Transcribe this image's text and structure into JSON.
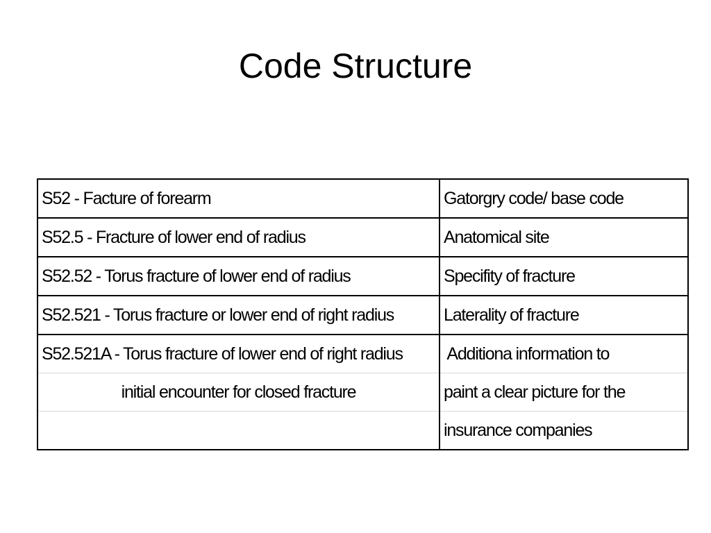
{
  "title": "Code Structure",
  "table": {
    "rows": [
      {
        "code": "S52 - Facture of forearm",
        "meaning": "Gatorgry code/ base code"
      },
      {
        "code": "S52.5 - Fracture of lower end of radius",
        "meaning": "Anatomical site"
      },
      {
        "code": "S52.52 - Torus fracture of lower end of radius",
        "meaning": "Specifity of fracture"
      },
      {
        "code": "S52.521 - Torus fracture or lower end of right radius",
        "meaning": "Laterality of fracture"
      },
      {
        "code": "S52.521A - Torus fracture of lower end of right radius",
        "meaning": " Additiona information to"
      },
      {
        "code": "initial encounter for closed fracture",
        "meaning": "paint a clear picture for the"
      },
      {
        "code": "",
        "meaning": "insurance companies"
      }
    ]
  }
}
